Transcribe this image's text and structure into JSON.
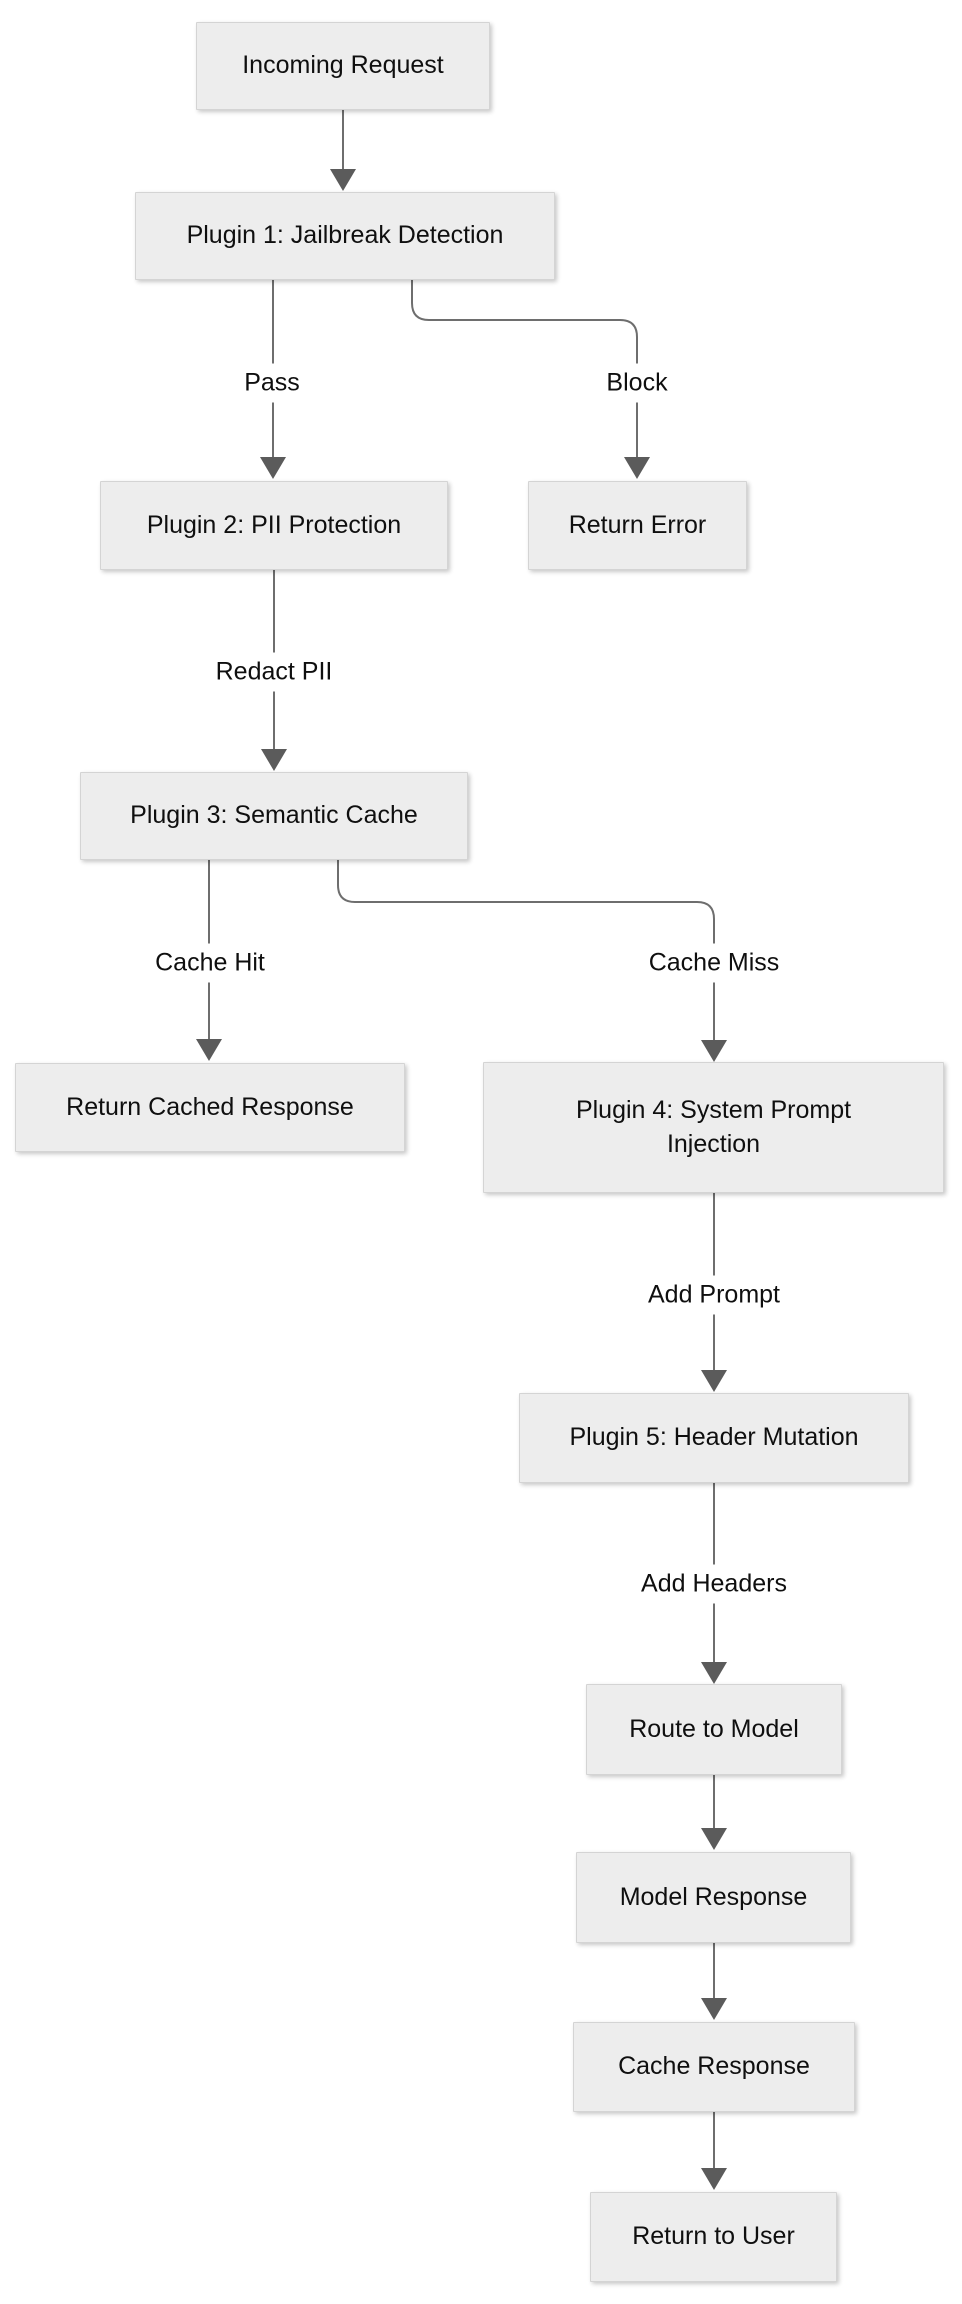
{
  "diagram": {
    "title": "Request processing plugin pipeline flowchart",
    "colors": {
      "node_fill": "#ededed",
      "node_border": "#d4d4d4",
      "edge_line": "#6e6e6e",
      "arrowhead": "#5b5b5b",
      "text": "#0f0f0f",
      "background": "#ffffff"
    },
    "nodes": {
      "incoming": {
        "label": "Incoming Request"
      },
      "plugin1": {
        "label": "Plugin 1: Jailbreak Detection"
      },
      "plugin2": {
        "label": "Plugin 2: PII Protection"
      },
      "return_error": {
        "label": "Return Error"
      },
      "plugin3": {
        "label": "Plugin 3: Semantic Cache"
      },
      "return_cached": {
        "label": "Return Cached Response"
      },
      "plugin4": {
        "label": "Plugin 4: System Prompt Injection"
      },
      "plugin5": {
        "label": "Plugin 5: Header Mutation"
      },
      "route": {
        "label": "Route to Model"
      },
      "model_response": {
        "label": "Model Response"
      },
      "cache_response": {
        "label": "Cache Response"
      },
      "return_user": {
        "label": "Return to User"
      }
    },
    "edges": [
      {
        "from": "incoming",
        "to": "plugin1",
        "label": ""
      },
      {
        "from": "plugin1",
        "to": "plugin2",
        "label": "Pass"
      },
      {
        "from": "plugin1",
        "to": "return_error",
        "label": "Block"
      },
      {
        "from": "plugin2",
        "to": "plugin3",
        "label": "Redact PII"
      },
      {
        "from": "plugin3",
        "to": "return_cached",
        "label": "Cache Hit"
      },
      {
        "from": "plugin3",
        "to": "plugin4",
        "label": "Cache Miss"
      },
      {
        "from": "plugin4",
        "to": "plugin5",
        "label": "Add Prompt"
      },
      {
        "from": "plugin5",
        "to": "route",
        "label": "Add Headers"
      },
      {
        "from": "route",
        "to": "model_response",
        "label": ""
      },
      {
        "from": "model_response",
        "to": "cache_response",
        "label": ""
      },
      {
        "from": "cache_response",
        "to": "return_user",
        "label": ""
      }
    ]
  }
}
